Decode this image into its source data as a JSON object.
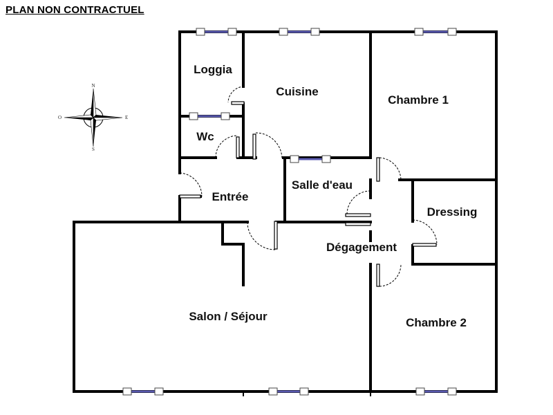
{
  "header": "PLAN NON CONTRACTUEL",
  "compass": {
    "n": "N",
    "s": "S",
    "e": "E",
    "w": "O"
  },
  "rooms": {
    "loggia": "Loggia",
    "cuisine": "Cuisine",
    "chambre1": "Chambre 1",
    "wc": "Wc",
    "entree": "Entrée",
    "salle_eau": "Salle d'eau",
    "dressing": "Dressing",
    "degagement": "Dégagement",
    "salon": "Salon / Séjour",
    "chambre2": "Chambre 2"
  }
}
